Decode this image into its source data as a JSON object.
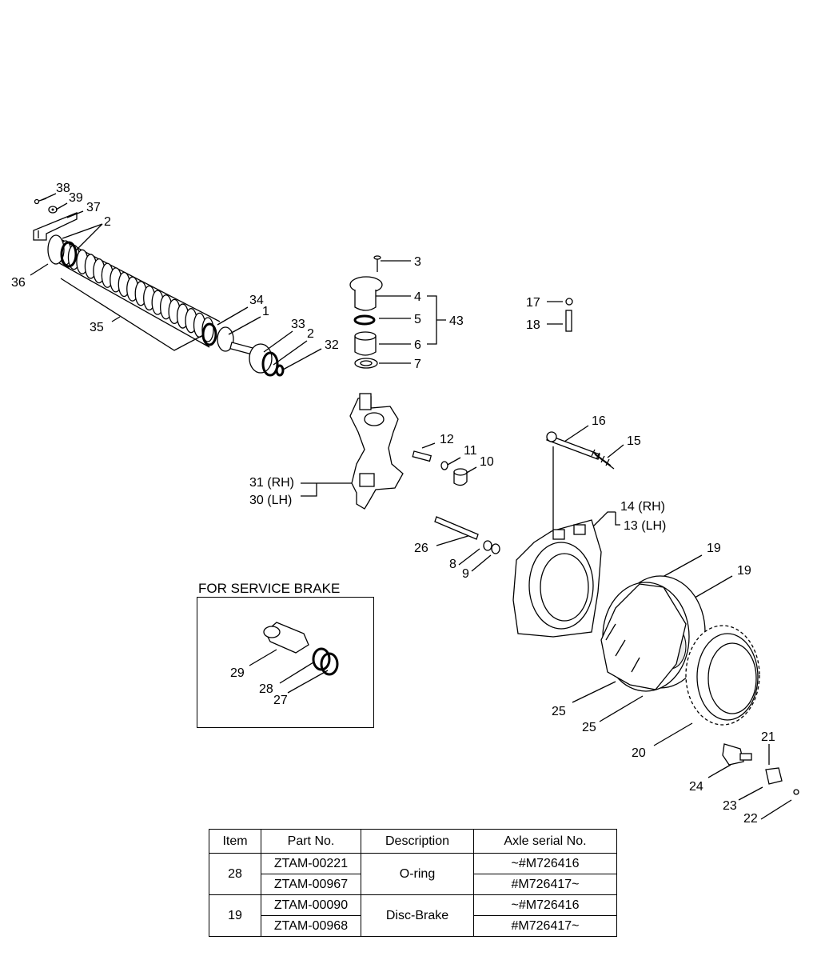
{
  "diagram": {
    "callouts": [
      {
        "id": "c38",
        "text": "38"
      },
      {
        "id": "c39",
        "text": "39"
      },
      {
        "id": "c37",
        "text": "37"
      },
      {
        "id": "c2a",
        "text": "2"
      },
      {
        "id": "c36",
        "text": "36"
      },
      {
        "id": "c35",
        "text": "35"
      },
      {
        "id": "c34",
        "text": "34"
      },
      {
        "id": "c1",
        "text": "1"
      },
      {
        "id": "c33",
        "text": "33"
      },
      {
        "id": "c2b",
        "text": "2"
      },
      {
        "id": "c32",
        "text": "32"
      },
      {
        "id": "c3",
        "text": "3"
      },
      {
        "id": "c4",
        "text": "4"
      },
      {
        "id": "c5",
        "text": "5"
      },
      {
        "id": "c6",
        "text": "6"
      },
      {
        "id": "c7",
        "text": "7"
      },
      {
        "id": "c43",
        "text": "43"
      },
      {
        "id": "c17",
        "text": "17"
      },
      {
        "id": "c18",
        "text": "18"
      },
      {
        "id": "c16",
        "text": "16"
      },
      {
        "id": "c15",
        "text": "15"
      },
      {
        "id": "c12",
        "text": "12"
      },
      {
        "id": "c11",
        "text": "11"
      },
      {
        "id": "c10",
        "text": "10"
      },
      {
        "id": "c31",
        "text": "31 (RH)"
      },
      {
        "id": "c30",
        "text": "30 (LH)"
      },
      {
        "id": "c14",
        "text": "14 (RH)"
      },
      {
        "id": "c13",
        "text": "13 (LH)"
      },
      {
        "id": "c26",
        "text": "26"
      },
      {
        "id": "c8",
        "text": "8"
      },
      {
        "id": "c9",
        "text": "9"
      },
      {
        "id": "c19a",
        "text": "19"
      },
      {
        "id": "c19b",
        "text": "19"
      },
      {
        "id": "c29",
        "text": "29"
      },
      {
        "id": "c28",
        "text": "28"
      },
      {
        "id": "c27",
        "text": "27"
      },
      {
        "id": "c25a",
        "text": "25"
      },
      {
        "id": "c25b",
        "text": "25"
      },
      {
        "id": "c20",
        "text": "20"
      },
      {
        "id": "c21",
        "text": "21"
      },
      {
        "id": "c24",
        "text": "24"
      },
      {
        "id": "c23",
        "text": "23"
      },
      {
        "id": "c22",
        "text": "22"
      }
    ]
  },
  "service_brake": {
    "title": "FOR SERVICE BRAKE"
  },
  "parts_table": {
    "headers": [
      "Item",
      "Part No.",
      "Description",
      "Axle serial No."
    ],
    "groups": [
      {
        "item": "28",
        "description": "O-ring",
        "rows": [
          {
            "part_no": "ZTAM-00221",
            "serial": "~#M726416"
          },
          {
            "part_no": "ZTAM-00967",
            "serial": "#M726417~"
          }
        ]
      },
      {
        "item": "19",
        "description": "Disc-Brake",
        "rows": [
          {
            "part_no": "ZTAM-00090",
            "serial": "~#M726416"
          },
          {
            "part_no": "ZTAM-00968",
            "serial": "#M726417~"
          }
        ]
      }
    ]
  }
}
